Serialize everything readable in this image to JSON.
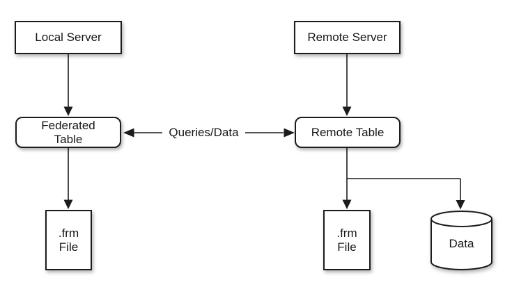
{
  "colors": {
    "background": "#ffffff",
    "stroke": "#1c1c1c",
    "node_fill": "#ffffff",
    "text": "#161616"
  },
  "nodes": {
    "local_server": {
      "label": "Local Server"
    },
    "remote_server": {
      "label": "Remote Server"
    },
    "federated_table": {
      "line1": "Federated",
      "line2": "Table"
    },
    "remote_table": {
      "label": "Remote Table"
    },
    "frm_file_local": {
      "line1": ".frm",
      "line2": "File"
    },
    "frm_file_remote": {
      "line1": ".frm",
      "line2": "File"
    },
    "data_store": {
      "label": "Data"
    }
  },
  "edges": {
    "queries_data": {
      "label": "Queries/Data"
    }
  }
}
